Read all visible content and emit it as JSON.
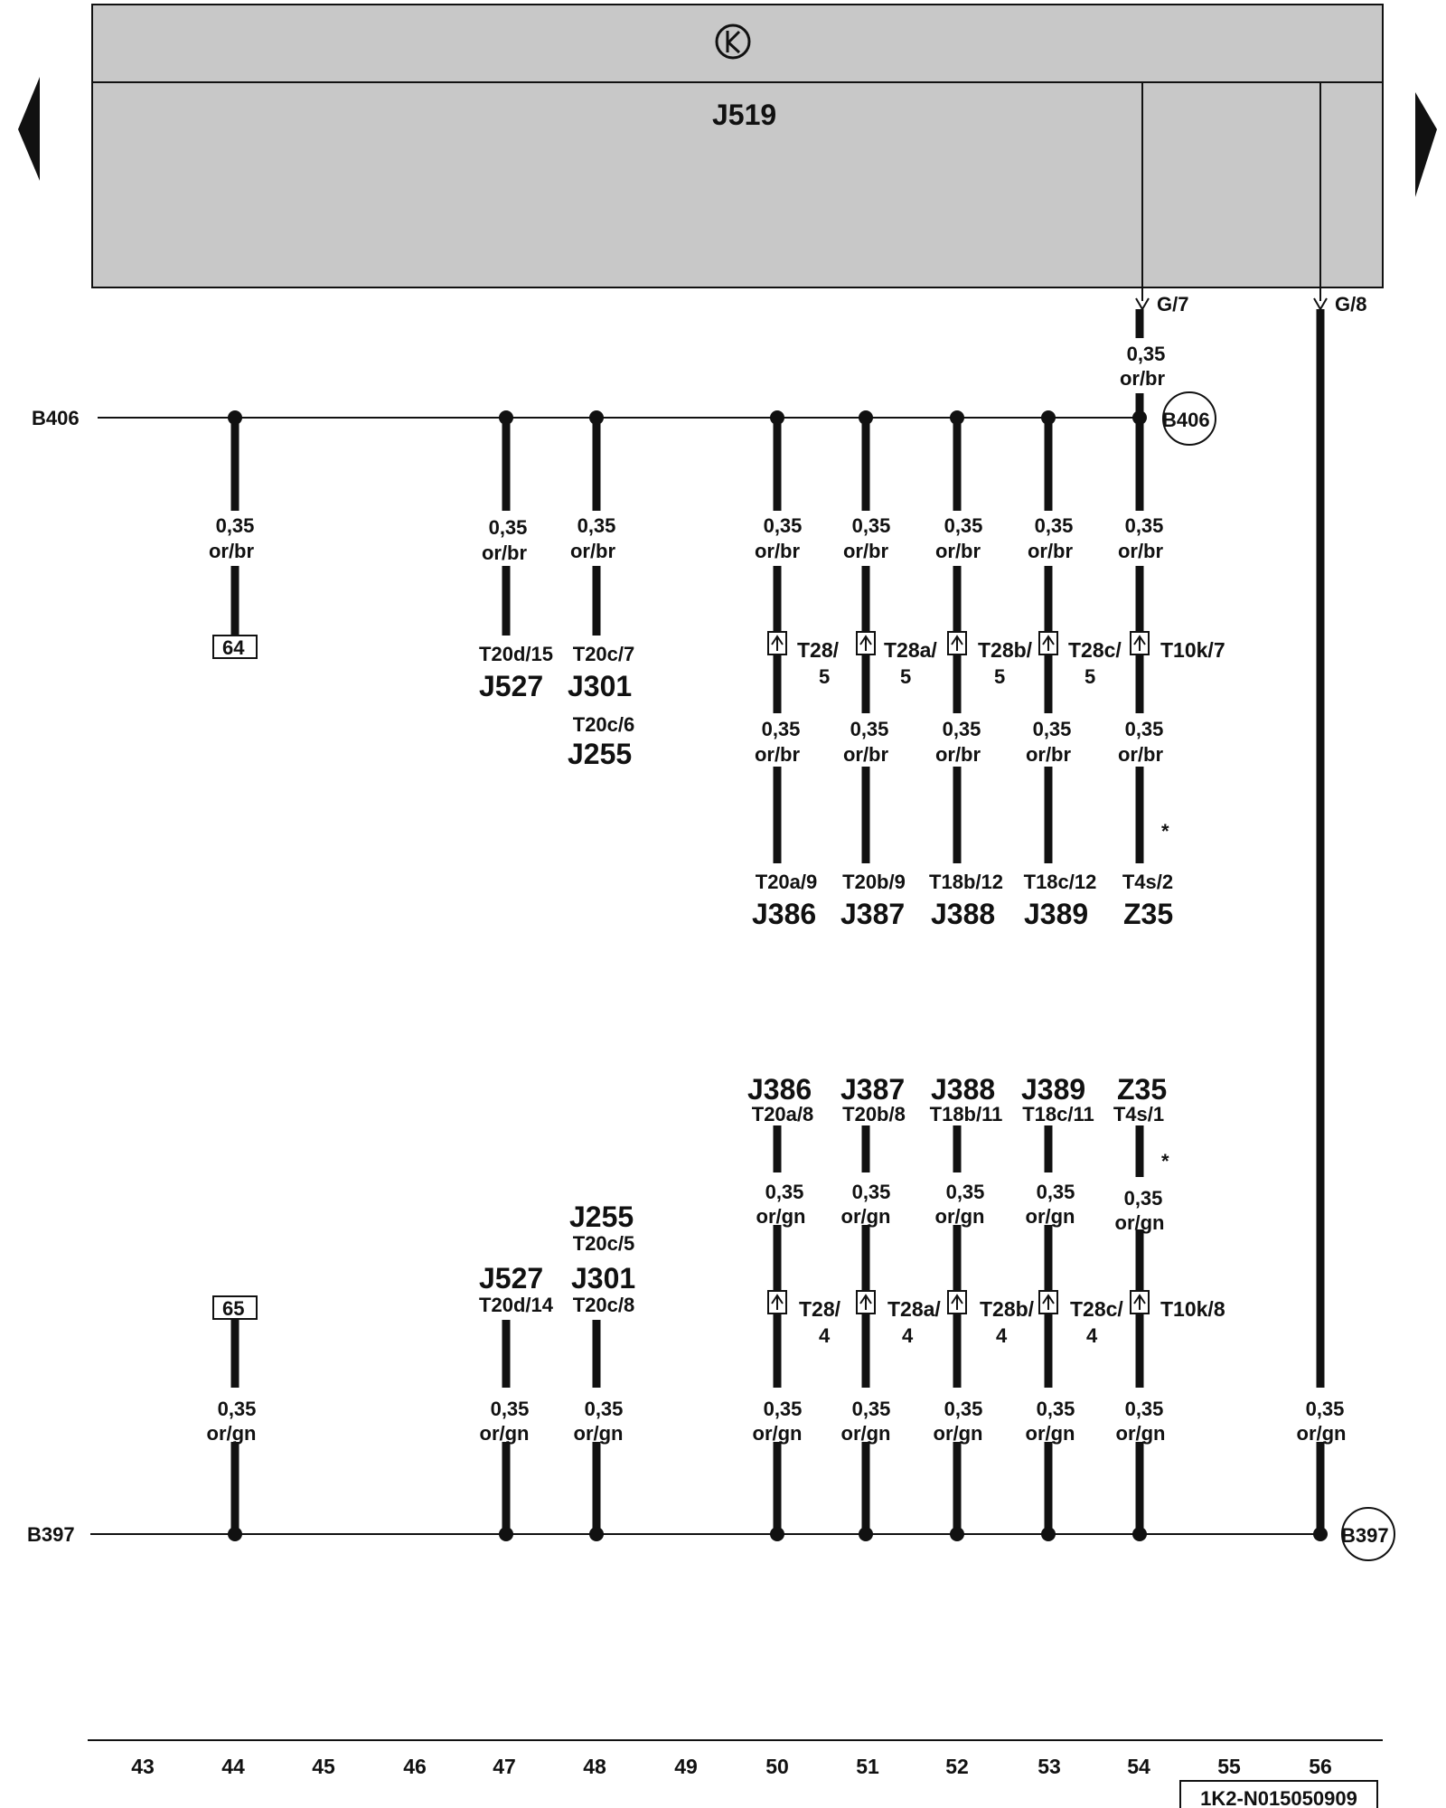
{
  "control_unit": {
    "name": "J519",
    "pins": {
      "g7": "G/7",
      "g8": "G/8"
    }
  },
  "buses": {
    "top": {
      "label": "B406",
      "connector": "B406"
    },
    "bottom": {
      "label": "B397",
      "connector": "B397"
    }
  },
  "wire_top": {
    "size": "0,35",
    "color": "or/br"
  },
  "wire_bottom": {
    "size": "0,35",
    "color": "or/gn"
  },
  "markers": {
    "m64": "64",
    "m65": "65"
  },
  "asterisk": "*",
  "top_row": {
    "b44": {
      "size": "0,35",
      "color": "or/br"
    },
    "b47": {
      "size": "0,35",
      "color": "or/br",
      "pin": "T20d/15",
      "comp": "J527"
    },
    "b48": {
      "size": "0,35",
      "color": "or/br",
      "pin1": "T20c/7",
      "comp1": "J301",
      "pin2": "T20c/6",
      "comp2": "J255"
    },
    "b50": {
      "size": "0,35",
      "color": "or/br",
      "conn": "T28/",
      "conn_pin": "5",
      "size2": "0,35",
      "color2": "or/br",
      "pin": "T20a/9",
      "comp": "J386"
    },
    "b51": {
      "size": "0,35",
      "color": "or/br",
      "conn": "T28a/",
      "conn_pin": "5",
      "size2": "0,35",
      "color2": "or/br",
      "pin": "T20b/9",
      "comp": "J387"
    },
    "b52": {
      "size": "0,35",
      "color": "or/br",
      "conn": "T28b/",
      "conn_pin": "5",
      "size2": "0,35",
      "color2": "or/br",
      "pin": "T18b/12",
      "comp": "J388"
    },
    "b53": {
      "size": "0,35",
      "color": "or/br",
      "conn": "T28c/",
      "conn_pin": "5",
      "size2": "0,35",
      "color2": "or/br",
      "pin": "T18c/12",
      "comp": "J389"
    },
    "b54": {
      "size0": "0,35",
      "color0": "or/br",
      "size": "0,35",
      "color": "or/br",
      "conn": "T10k/7",
      "size2": "0,35",
      "color2": "or/br",
      "pin": "T4s/2",
      "comp": "Z35"
    }
  },
  "bottom_row": {
    "b44": {
      "size": "0,35",
      "color": "or/gn"
    },
    "b47": {
      "comp": "J527",
      "pin": "T20d/14",
      "size": "0,35",
      "color": "or/gn"
    },
    "b48": {
      "comp1": "J255",
      "pin1": "T20c/5",
      "comp2": "J301",
      "pin2": "T20c/8",
      "size": "0,35",
      "color": "or/gn"
    },
    "b50": {
      "comp": "J386",
      "pin": "T20a/8",
      "size1": "0,35",
      "color1": "or/gn",
      "conn": "T28/",
      "conn_pin": "4",
      "size": "0,35",
      "color": "or/gn"
    },
    "b51": {
      "comp": "J387",
      "pin": "T20b/8",
      "size1": "0,35",
      "color1": "or/gn",
      "conn": "T28a/",
      "conn_pin": "4",
      "size": "0,35",
      "color": "or/gn"
    },
    "b52": {
      "comp": "J388",
      "pin": "T18b/11",
      "size1": "0,35",
      "color1": "or/gn",
      "conn": "T28b/",
      "conn_pin": "4",
      "size": "0,35",
      "color": "or/gn"
    },
    "b53": {
      "comp": "J389",
      "pin": "T18c/11",
      "size1": "0,35",
      "color1": "or/gn",
      "conn": "T28c/",
      "conn_pin": "4",
      "size": "0,35",
      "color": "or/gn"
    },
    "b54": {
      "comp": "Z35",
      "pin": "T4s/1",
      "size1": "0,35",
      "color1": "or/gn",
      "conn": "T10k/8",
      "size": "0,35",
      "color": "or/gn"
    },
    "b56": {
      "size": "0,35",
      "color": "or/gn"
    }
  },
  "columns": [
    "43",
    "44",
    "45",
    "46",
    "47",
    "48",
    "49",
    "50",
    "51",
    "52",
    "53",
    "54",
    "55",
    "56"
  ],
  "doc_number": "1K2-N015050909",
  "colors": {
    "control_unit_fill": "#c8c8c8",
    "line": "#111111",
    "background": "#ffffff"
  }
}
